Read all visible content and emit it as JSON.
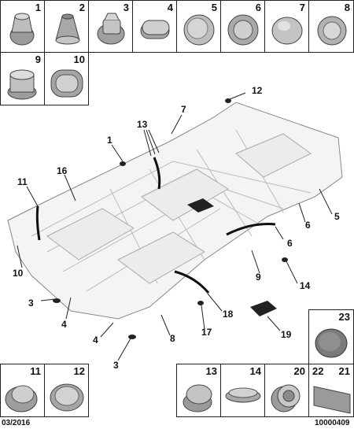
{
  "top_parts": [
    {
      "num": "1"
    },
    {
      "num": "2"
    },
    {
      "num": "3"
    },
    {
      "num": "4"
    },
    {
      "num": "5"
    },
    {
      "num": "6"
    },
    {
      "num": "7"
    },
    {
      "num": "8"
    }
  ],
  "second_row_parts": [
    {
      "num": "9"
    },
    {
      "num": "10"
    }
  ],
  "bottom_left_parts": [
    {
      "num": "11"
    },
    {
      "num": "12"
    }
  ],
  "bottom_right_parts": [
    {
      "num": "13"
    },
    {
      "num": "14"
    },
    {
      "num": "20"
    },
    {
      "num_left": "22",
      "num_right": "21"
    }
  ],
  "side_part": {
    "num": "23"
  },
  "callouts": [
    "1",
    "13",
    "7",
    "12",
    "16",
    "11",
    "10",
    "3",
    "4",
    "4",
    "3",
    "8",
    "17",
    "18",
    "19",
    "9",
    "14",
    "6",
    "5",
    "6"
  ],
  "footer": {
    "date": "03/2016",
    "code": "10000409"
  }
}
